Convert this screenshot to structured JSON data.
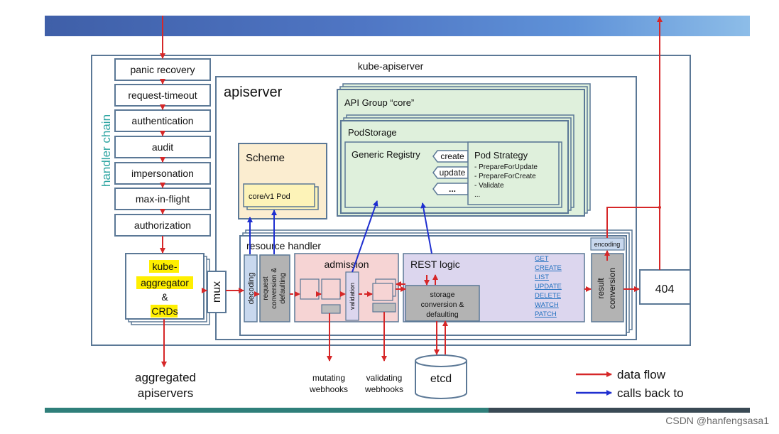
{
  "handler_chain": {
    "label": "handler chain",
    "steps": [
      "panic recovery",
      "request-timeout",
      "authentication",
      "audit",
      "impersonation",
      "max-in-flight",
      "authorization"
    ]
  },
  "kube_apiserver": {
    "title": "kube-apiserver"
  },
  "apiserver": {
    "title": "apiserver"
  },
  "api_group": {
    "title": "API Group “core”"
  },
  "pod_storage": {
    "title": "PodStorage"
  },
  "generic_registry": {
    "label": "Generic Registry"
  },
  "verbs": [
    "create",
    "update",
    "..."
  ],
  "pod_strategy": {
    "title": "Pod Strategy",
    "items": [
      "- PrepareForUpdate",
      "- PrepareForCreate",
      "- Validate",
      "..."
    ]
  },
  "scheme": {
    "title": "Scheme",
    "type_label": "core/v1 Pod"
  },
  "resource_handler": {
    "title": "resource handler"
  },
  "aggregator": {
    "line1": "kube-",
    "line2": "aggregator",
    "line3": "&",
    "line4": "CRDs"
  },
  "mux": {
    "label": "mux"
  },
  "decoding": {
    "label": "decoding"
  },
  "request_conversion": {
    "line1": "request",
    "line2": "conversion &",
    "line3": "defaulting"
  },
  "admission": {
    "title": "admission",
    "validation": "validation"
  },
  "rest_logic": {
    "title": "REST logic",
    "verbs": [
      "GET",
      "CREATE",
      "LIST",
      "UPDATE",
      "DELETE",
      "WATCH",
      "PATCH"
    ]
  },
  "storage_conversion": {
    "line1": "storage",
    "line2": "conversion &",
    "line3": "defaulting"
  },
  "encoding": {
    "label": "encoding"
  },
  "result_conversion": {
    "line1": "result",
    "line2": "conversion"
  },
  "not_found": {
    "label": "404"
  },
  "etcd": {
    "label": "etcd"
  },
  "aggregated": {
    "line1": "aggregated",
    "line2": "apiservers"
  },
  "mutating": {
    "line1": "mutating",
    "line2": "webhooks"
  },
  "validating": {
    "line1": "validating",
    "line2": "webhooks"
  },
  "legend": {
    "data_flow": "data flow",
    "calls_back_to": "calls back to"
  },
  "colors": {
    "data_flow": "#d62728",
    "calls_back": "#1f2fd0",
    "frame": "#5b7896"
  },
  "watermark": "CSDN @hanfengsasa1"
}
